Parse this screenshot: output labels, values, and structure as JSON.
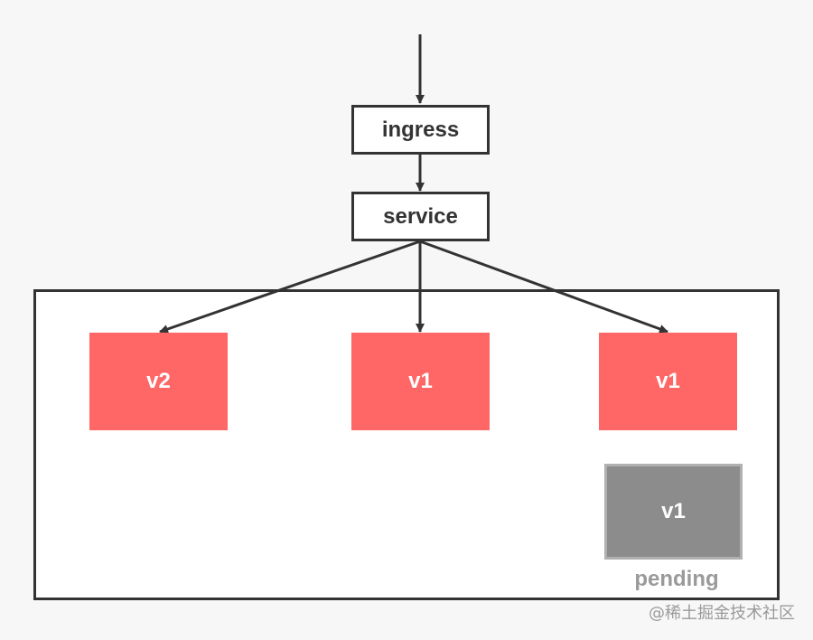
{
  "diagram": {
    "nodes": {
      "ingress": "ingress",
      "service": "service"
    },
    "pods": [
      {
        "label": "v2",
        "status": "running"
      },
      {
        "label": "v1",
        "status": "running"
      },
      {
        "label": "v1",
        "status": "running"
      },
      {
        "label": "v1",
        "status": "pending"
      }
    ],
    "pending_label": "pending",
    "edges": [
      {
        "from": "external",
        "to": "ingress"
      },
      {
        "from": "ingress",
        "to": "service"
      },
      {
        "from": "service",
        "to": "pod-1"
      },
      {
        "from": "service",
        "to": "pod-2"
      },
      {
        "from": "service",
        "to": "pod-3"
      }
    ]
  },
  "watermark": "@稀土掘金技术社区",
  "colors": {
    "running_pod": "#ff6666",
    "pending_pod": "#8c8c8c",
    "stroke": "#333333"
  }
}
